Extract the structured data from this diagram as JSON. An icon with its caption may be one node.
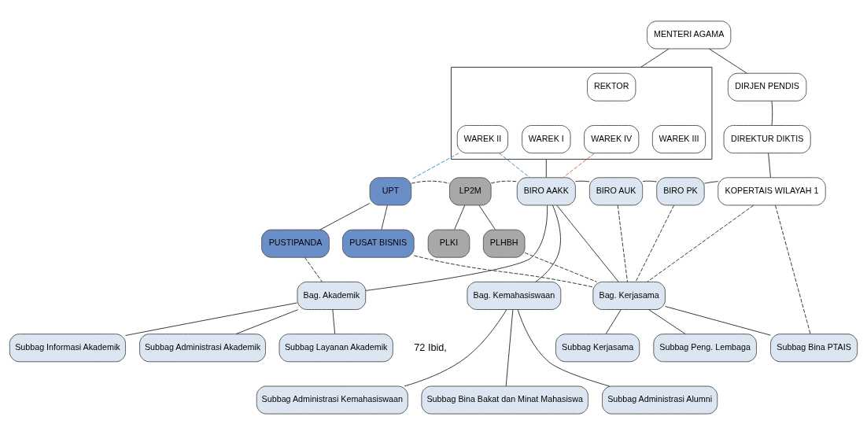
{
  "diagram": {
    "nodes": [
      {
        "text": [
          "MENTERI AGAMA"
        ]
      },
      {
        "text": [],
        "shape": "box"
      },
      {
        "text": [
          "REKTOR"
        ],
        "in": 1
      },
      {
        "text": [
          "WAREK I"
        ],
        "in": 1
      },
      {
        "text": [
          "WAREK II"
        ],
        "in": 1
      },
      {
        "text": [
          "WAREK III"
        ],
        "in": 1
      },
      {
        "text": [
          "WAREK IV"
        ],
        "in": 1
      },
      {
        "text": [
          "DIRJEN PENDIS"
        ]
      },
      {
        "text": [
          "DIREKTUR DIKTIS"
        ]
      },
      {
        "text": [
          "UPT"
        ]
      },
      {
        "text": [
          "LP2M"
        ]
      },
      {
        "text": [
          "BIRO AAKK"
        ]
      },
      {
        "text": [
          "BIRO AUK"
        ]
      },
      {
        "text": [
          "BIRO PK"
        ]
      },
      {
        "text": [
          "KOPERTAIS WILAYAH 1"
        ]
      },
      {
        "text": [
          "PUSTIPANDA"
        ]
      },
      {
        "text": [
          "PUSAT BISNIS"
        ]
      },
      {
        "text": [
          "PLKI"
        ]
      },
      {
        "text": [
          "PLHBH"
        ]
      },
      {
        "text": [
          "Bag. Akademik"
        ]
      },
      {
        "text": [
          "Bag. Kemahasiswaan"
        ]
      },
      {
        "text": [
          "Bag. Kerjasama"
        ]
      },
      {
        "text": [
          "Subbag Informasi Akademik"
        ]
      },
      {
        "text": [
          "Subbag Administrasi Akademik"
        ]
      },
      {
        "text": [
          "Subbag Layanan Akademik"
        ]
      },
      {
        "text": [
          "Subbag Kerjasama"
        ]
      },
      {
        "text": [
          "Subbag Peng. Lembaga"
        ]
      },
      {
        "text": [
          "Subbag Bina PTAIS"
        ]
      },
      {
        "text": [
          "Subbag Administrasi Kemahasiswaan"
        ]
      },
      {
        "text": [
          "Subbag Bina Bakat dan Minat Mahasiswa"
        ]
      },
      {
        "text": [
          "Subbag Administrasi Alumni"
        ]
      }
    ],
    "edges": [
      {
        "from": 0,
        "to": 1,
        "arrow": "none"
      },
      {
        "from": 0,
        "to": 7,
        "arrow": "none"
      },
      {
        "from": 7,
        "to": 8,
        "arrow": "none"
      },
      {
        "from": 8,
        "to": 14,
        "arrow": "none"
      },
      {
        "from": 1,
        "to": 11,
        "arrow": "none"
      },
      {
        "from": 4,
        "to": 9,
        "arrow": "none",
        "style": "dashed",
        "color": "#4a8fc0"
      },
      {
        "from": 4,
        "to": 11,
        "arrow": "none",
        "style": "dashed",
        "color": "#4a8fc0"
      },
      {
        "from": 6,
        "to": 11,
        "arrow": "none",
        "style": "dashed",
        "color": "#e0604a"
      },
      {
        "from": 9,
        "to": 10,
        "arrow": "none",
        "style": "dashed"
      },
      {
        "from": 10,
        "to": 11,
        "arrow": "none",
        "style": "dashed"
      },
      {
        "from": 11,
        "to": 12,
        "arrow": "none"
      },
      {
        "from": 12,
        "to": 13,
        "arrow": "none"
      },
      {
        "from": 13,
        "to": 14,
        "arrow": "none"
      },
      {
        "from": 9,
        "to": 15,
        "arrow": "none"
      },
      {
        "from": 9,
        "to": 16,
        "arrow": "none"
      },
      {
        "from": 10,
        "to": 17,
        "arrow": "none"
      },
      {
        "from": 10,
        "to": 18,
        "arrow": "none"
      },
      {
        "from": 11,
        "to": 19,
        "arrow": "none"
      },
      {
        "from": 11,
        "to": 20,
        "arrow": "none"
      },
      {
        "from": 11,
        "to": 21,
        "arrow": "none"
      },
      {
        "from": 12,
        "to": 21,
        "arrow": "none",
        "style": "dashed"
      },
      {
        "from": 13,
        "to": 21,
        "arrow": "none",
        "style": "dashed"
      },
      {
        "from": 14,
        "to": 21,
        "arrow": "none",
        "style": "dashed"
      },
      {
        "from": 14,
        "to": 27,
        "arrow": "none",
        "style": "dashed"
      },
      {
        "from": 16,
        "to": 21,
        "arrow": "none",
        "style": "dashed"
      },
      {
        "from": 18,
        "to": 21,
        "arrow": "none",
        "style": "dashed"
      },
      {
        "from": 15,
        "to": 19,
        "arrow": "none",
        "style": "dashed"
      },
      {
        "from": 19,
        "to": 22,
        "arrow": "none"
      },
      {
        "from": 19,
        "to": 23,
        "arrow": "none"
      },
      {
        "from": 19,
        "to": 24,
        "arrow": "none"
      },
      {
        "from": 21,
        "to": 25,
        "arrow": "none"
      },
      {
        "from": 21,
        "to": 26,
        "arrow": "none"
      },
      {
        "from": 21,
        "to": 27,
        "arrow": "none"
      },
      {
        "from": 20,
        "to": 28,
        "arrow": "none"
      },
      {
        "from": 20,
        "to": 29,
        "arrow": "none"
      },
      {
        "from": 20,
        "to": 30,
        "arrow": "none"
      }
    ],
    "labels": [
      "72 Ibid,"
    ]
  }
}
